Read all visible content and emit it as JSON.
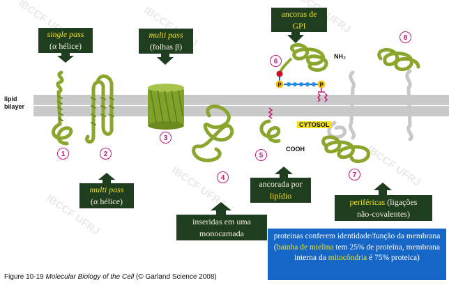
{
  "watermark": "IBCCF UFRJ",
  "colors": {
    "box_bg": "#1f3d1f",
    "box_text": "#f4f0e0",
    "highlight": "#f2e21a",
    "protein": "#8aa62c",
    "bilayer": "#c8c8c8",
    "number": "#c0187a",
    "note_bg": "#1666c8"
  },
  "bilayer_label": {
    "line1": "lipid",
    "line2": "bilayer"
  },
  "boxes": {
    "single_pass": {
      "italic": "single pass",
      "text": "(α hélice)"
    },
    "multi_pass_beta": {
      "italic": "multi pass",
      "text": "(folhas β)"
    },
    "gpi": {
      "line1": "ancoras de",
      "line2": "GPI"
    },
    "multi_pass_alpha": {
      "italic": "multi pass",
      "text": "(α hélice)"
    },
    "monolayer": {
      "line1": "inseridas em uma",
      "line2": "monocamada"
    },
    "lipid_anchor": {
      "line1": "ancorada por",
      "line2": "lipídio"
    },
    "peripheral": {
      "highlight": "periféricas",
      "text1": " (ligações",
      "line2": "não-covalentes)"
    }
  },
  "numbers": [
    "1",
    "2",
    "3",
    "4",
    "5",
    "6",
    "7",
    "8"
  ],
  "labels": {
    "nh2": "NH₂",
    "cooh": "COOH",
    "cytosol": "CYTOSOL",
    "p": "P"
  },
  "note": {
    "t1": "proteinas conferem identidade/função da membrana (",
    "h1": "bainha de mielina",
    "t2": " tem 25% de proteína, membrana interna da ",
    "h2": "mitocôndria",
    "t3": " é 75% proteica)"
  },
  "caption": {
    "prefix": "Figure 10-19 ",
    "title": "Molecular Biology of the Cell",
    "suffix": " (© Garland Science 2008)"
  }
}
